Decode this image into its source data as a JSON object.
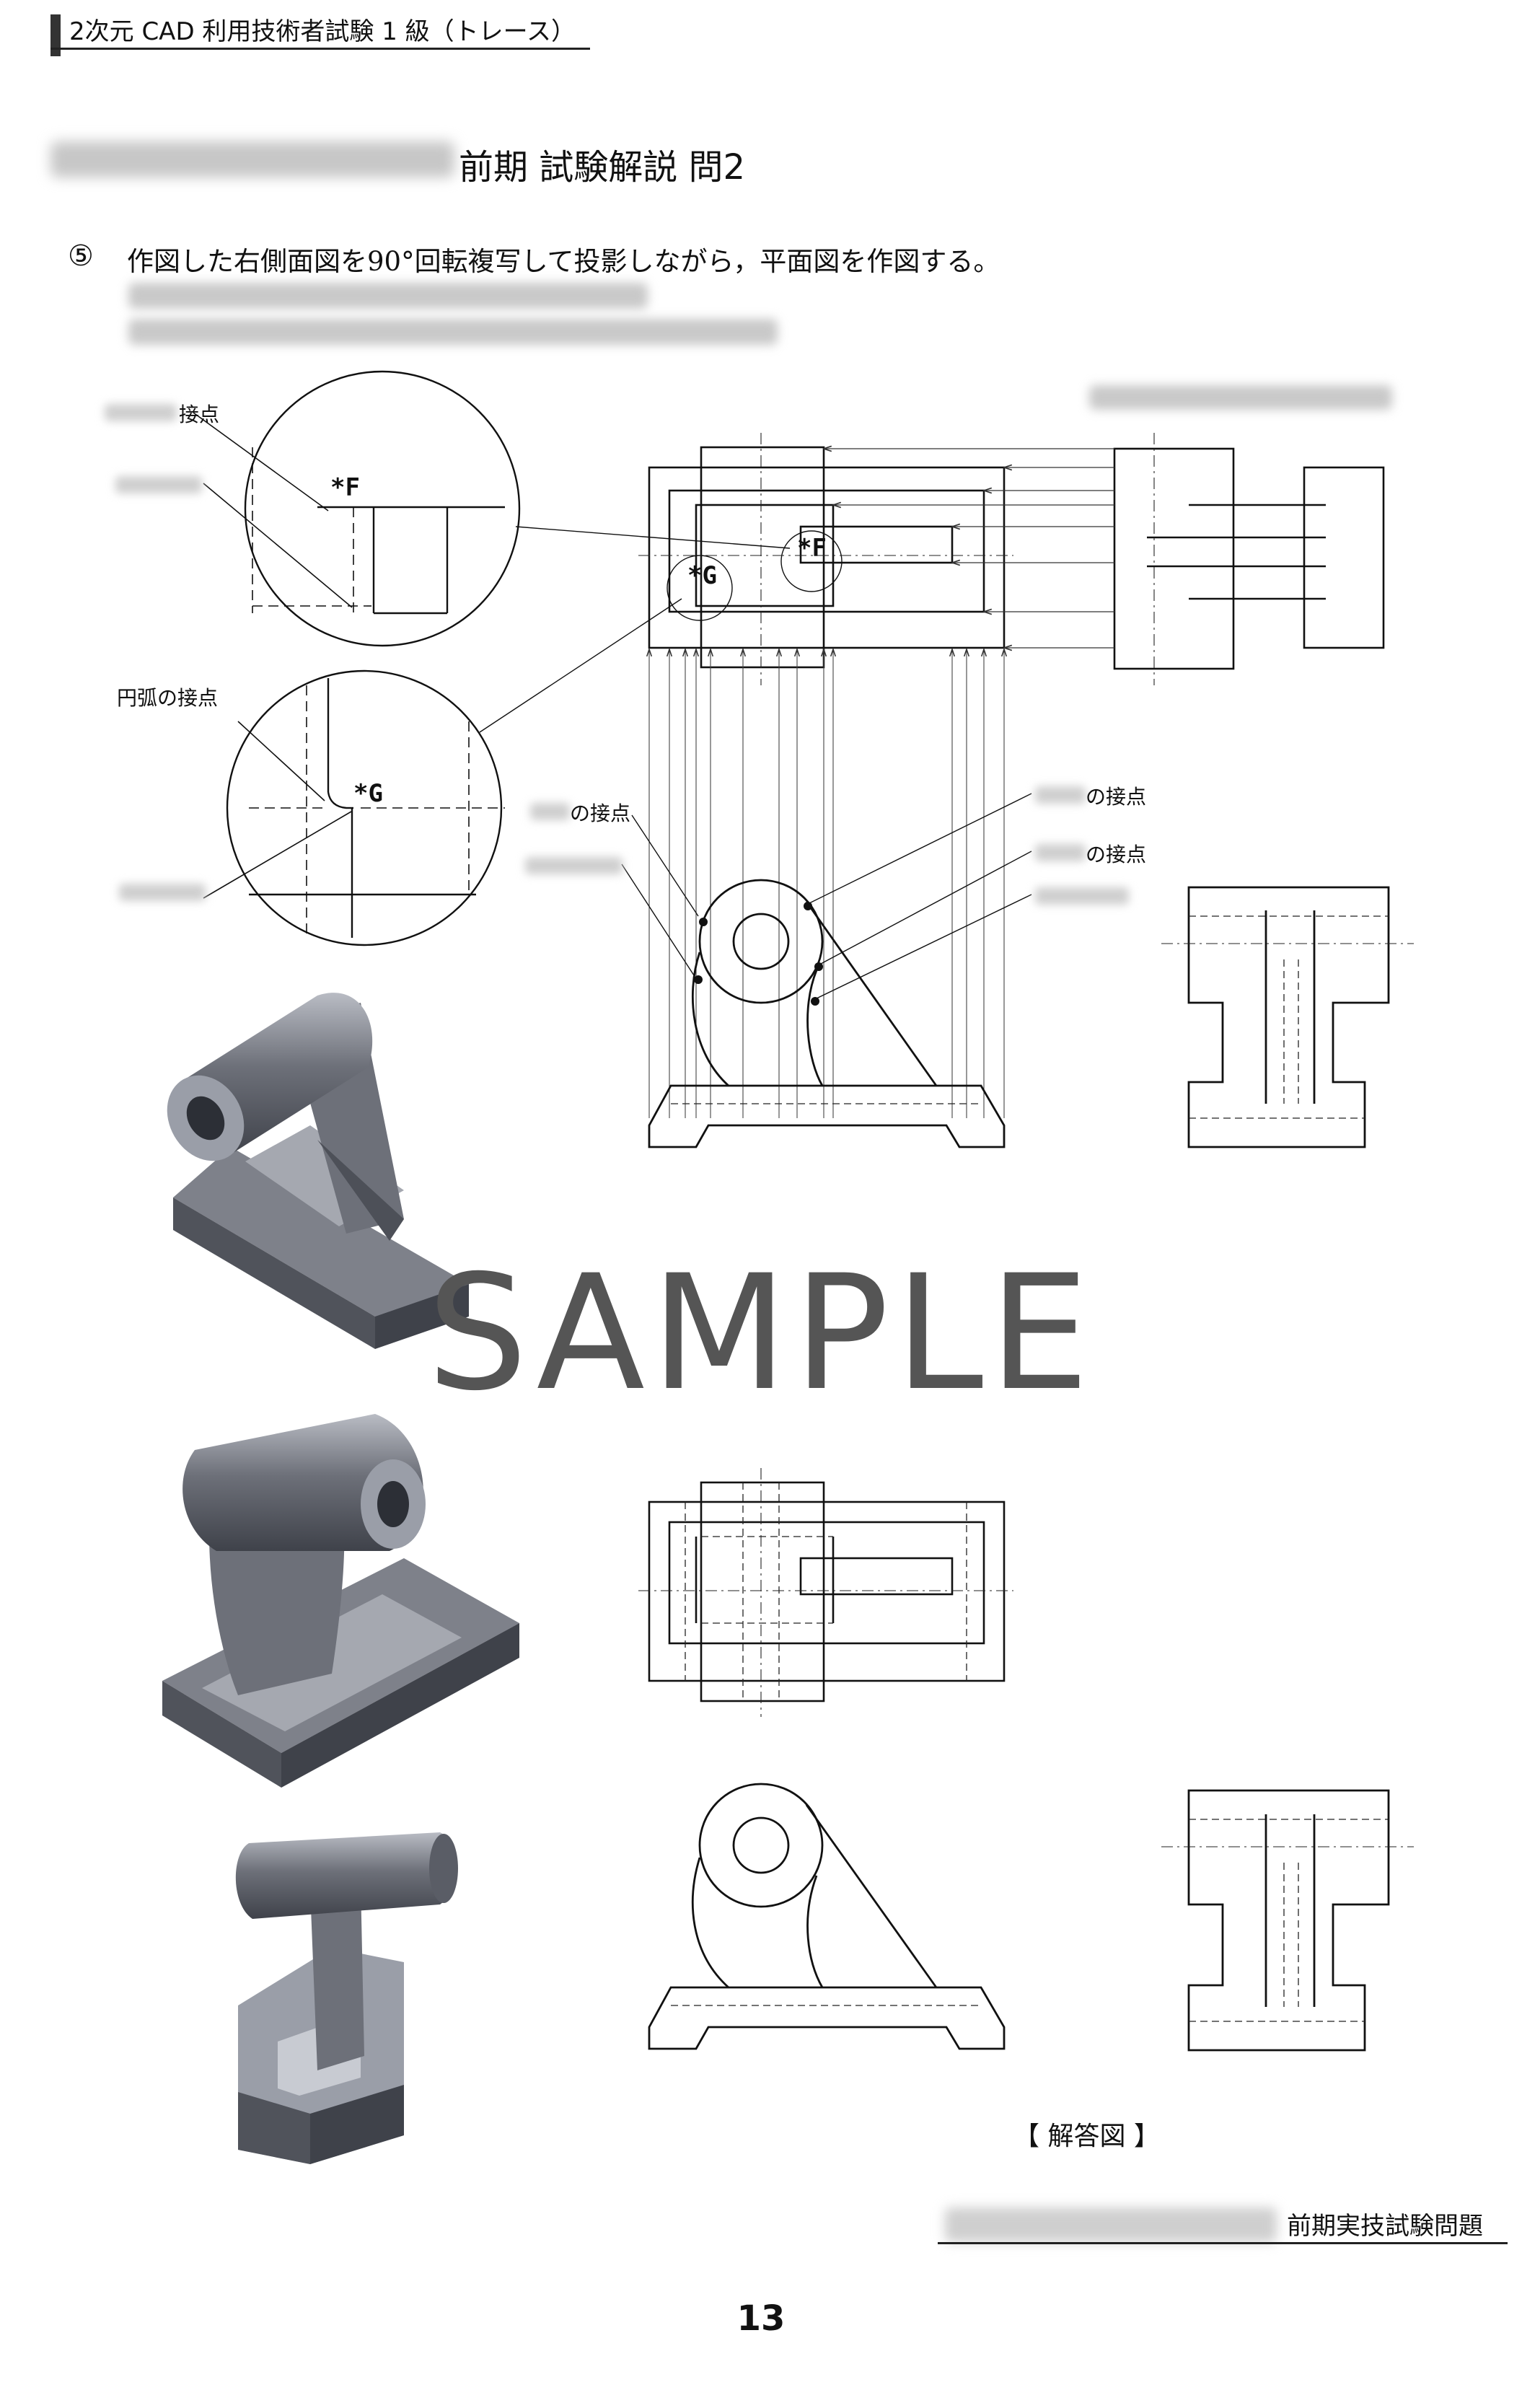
{
  "header": {
    "title": "2次元 CAD 利用技術者試験 1 級（トレース）"
  },
  "section": {
    "title": "前期  試験解説  問2"
  },
  "instruction": {
    "number": "⑤",
    "text": "作図した右側面図を90°回転複写して投影しながら，平面図を作図する。"
  },
  "figure": {
    "label_arc_tangent": "円弧の接点",
    "label_tangent": "の接点",
    "label_tangent_full": "接点",
    "marker_f": "*F",
    "marker_g": "*G"
  },
  "watermark": {
    "text": "SAMPLE"
  },
  "answer": {
    "label": "【  解答図  】"
  },
  "footer": {
    "text": "前期実技試験問題",
    "page_number": "13"
  },
  "colors": {
    "ink": "#111111",
    "solid": "#5a5d66",
    "solid_light": "#9a9ea8",
    "watermark": "#555555"
  }
}
